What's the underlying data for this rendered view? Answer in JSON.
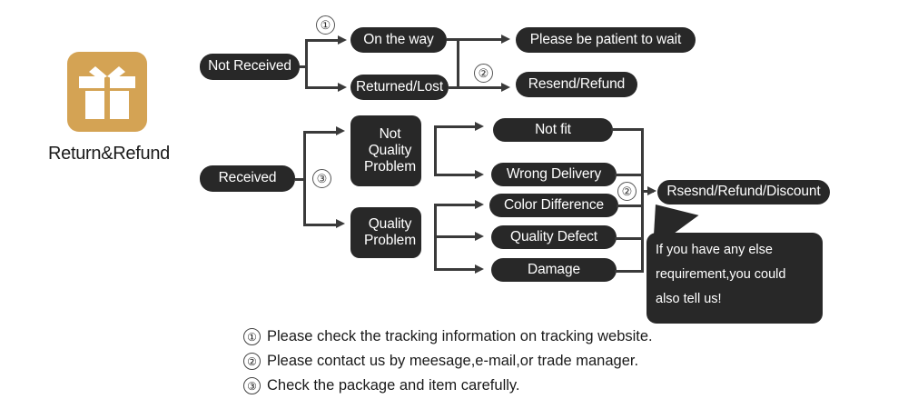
{
  "logo": {
    "icon": "gift-box-icon",
    "label": "Return&Refund",
    "color": "#d4a354"
  },
  "theme": {
    "node_bg": "#282828",
    "node_text": "#ffffff",
    "connector": "#3a3a3a",
    "page_bg": "#ffffff"
  },
  "flow": {
    "branches": [
      {
        "root": "Not Received",
        "marker": "①",
        "children": [
          "On the way",
          "Returned/Lost"
        ],
        "results_marker": "②",
        "results": [
          "Please be patient to wait",
          "Resend/Refund"
        ]
      },
      {
        "root": "Received",
        "marker": "③",
        "children": [
          "Not Quality Problem",
          "Quality Problem"
        ],
        "results_marker": "②",
        "results": [
          "Not fit",
          "Wrong Delivery",
          "Color Difference",
          "Quality Defect",
          "Damage"
        ],
        "final": "Rsesnd/Refund/Discount"
      }
    ],
    "nodes": {
      "not_received": "Not Received",
      "on_the_way": "On the way",
      "returned_lost": "Returned/Lost",
      "please_wait": "Please be patient to wait",
      "resend_refund": "Resend/Refund",
      "received": "Received",
      "not_quality_problem": "Not\nQuality\nProblem",
      "not_quality_problem_l1": "Not",
      "not_quality_problem_l2": "Quality",
      "not_quality_problem_l3": "Problem",
      "quality_problem_l1": "Quality",
      "quality_problem_l2": "Problem",
      "not_fit": "Not fit",
      "wrong_delivery": "Wrong Delivery",
      "color_difference": "Color Difference",
      "quality_defect": "Quality Defect",
      "damage": "Damage",
      "final_action": "Rsesnd/Refund/Discount"
    },
    "markers": {
      "one": "①",
      "two_top": "②",
      "three": "③",
      "two_bottom": "②"
    }
  },
  "bubble": {
    "line1": "If you have any else",
    "line2": "requirement,you could",
    "line3": "also tell us!"
  },
  "notes": [
    {
      "mark": "①",
      "text": "Please check the tracking information on tracking website."
    },
    {
      "mark": "②",
      "text": "Please contact us by meesage,e-mail,or trade manager."
    },
    {
      "mark": "③",
      "text": "Check the package and item carefully."
    }
  ]
}
